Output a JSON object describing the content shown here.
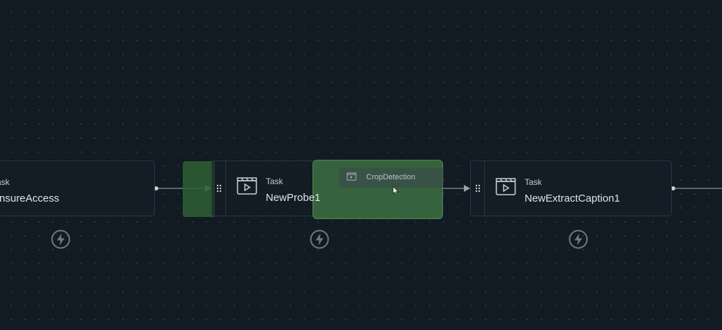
{
  "colors": {
    "canvas_bg": "#121b23",
    "node_border": "#2a3641",
    "drop_zone": "#36633d",
    "edge": "#8a949c"
  },
  "nodes": [
    {
      "type_label": "Task",
      "name": "EnsureAccess",
      "icon": "video-clapper-icon"
    },
    {
      "type_label": "Task",
      "name": "NewProbe1",
      "icon": "video-clapper-icon"
    },
    {
      "type_label": "Task",
      "name": "NewExtractCaption1",
      "icon": "video-clapper-icon"
    }
  ],
  "drag_item": {
    "label": "CropDetection",
    "icon": "video-clapper-icon"
  },
  "trigger_icon": "lightning-icon"
}
